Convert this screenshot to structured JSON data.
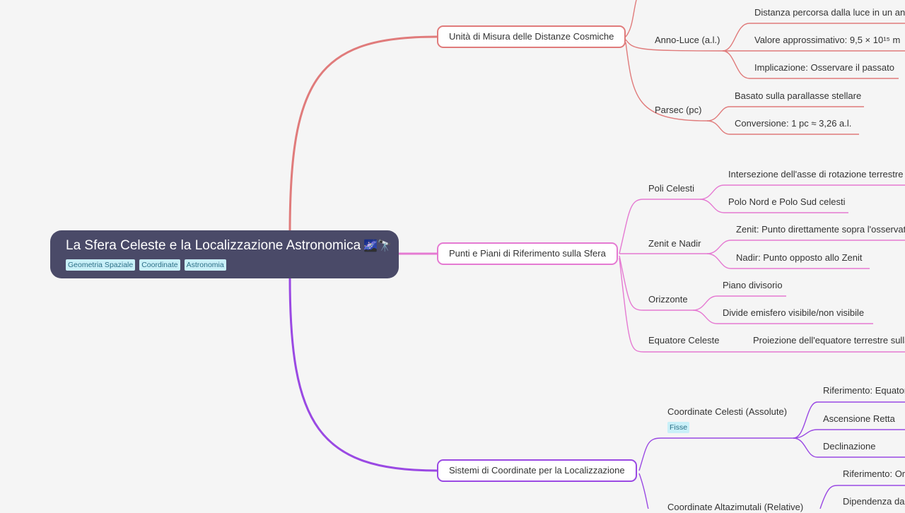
{
  "root": {
    "title": "La Sfera Celeste e la Localizzazione Astronomica",
    "emoji": "🌌🔭",
    "tags": [
      "Geometria Spaziale",
      "Coordinate",
      "Astronomia"
    ]
  },
  "colors": {
    "background": "#f5f5f5",
    "root_bg": "#4a4a68",
    "branch_units": "#e07b7b",
    "branch_points": "#e57ad2",
    "branch_coords": "#9a49e3",
    "tag_bg": "#c9f0f8"
  },
  "branches": [
    {
      "label": "Unità di Misura delle Distanze Cosmiche",
      "children": [
        {
          "label": "Anno-Luce (a.l.)",
          "children": [
            "Distanza percorsa dalla luce in un anno",
            "Valore approssimativo: 9,5 × 10¹⁵ m",
            "Implicazione: Osservare il passato"
          ]
        },
        {
          "label": "Parsec (pc)",
          "children": [
            "Basato sulla parallasse stellare",
            "Conversione: 1 pc ≈ 3,26 a.l."
          ]
        }
      ]
    },
    {
      "label": "Punti e Piani di Riferimento sulla Sfera",
      "children": [
        {
          "label": "Poli Celesti",
          "children": [
            "Intersezione dell'asse di rotazione terrestre",
            "Polo Nord e Polo Sud celesti"
          ]
        },
        {
          "label": "Zenit e Nadir",
          "children": [
            "Zenit: Punto direttamente sopra l'osservatore",
            "Nadir: Punto opposto allo Zenit"
          ]
        },
        {
          "label": "Orizzonte",
          "children": [
            "Piano divisorio",
            "Divide emisfero visibile/non visibile"
          ]
        },
        {
          "label": "Equatore Celeste",
          "children": [
            "Proiezione dell'equatore terrestre sulla sfera"
          ]
        }
      ]
    },
    {
      "label": "Sistemi di Coordinate per la Localizzazione",
      "children": [
        {
          "label": "Coordinate Celesti (Assolute)",
          "tag": "Fisse",
          "children": [
            "Riferimento: Equatore Celeste",
            "Ascensione Retta",
            "Declinazione"
          ]
        },
        {
          "label": "Coordinate Altazimutali (Relative)",
          "children": [
            "Riferimento: Orizzonte",
            "Dipendenza dal luogo"
          ]
        }
      ]
    }
  ]
}
